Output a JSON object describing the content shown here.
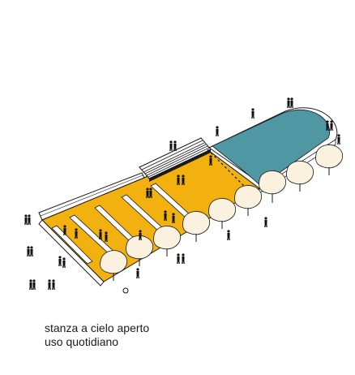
{
  "caption": {
    "line1": "stanza a cielo aperto",
    "line2": "uso quotidiano"
  },
  "colors": {
    "plaza": "#f3b10f",
    "pool": "#4f97a3",
    "tree_fill": "#fbf1df",
    "outline": "#1a1a1a",
    "paper": "#ffffff"
  },
  "icons": {
    "people": "person-silhouette",
    "trees": "tree-canopy",
    "benches": "bench-bar",
    "roof": "slatted-canopy"
  }
}
